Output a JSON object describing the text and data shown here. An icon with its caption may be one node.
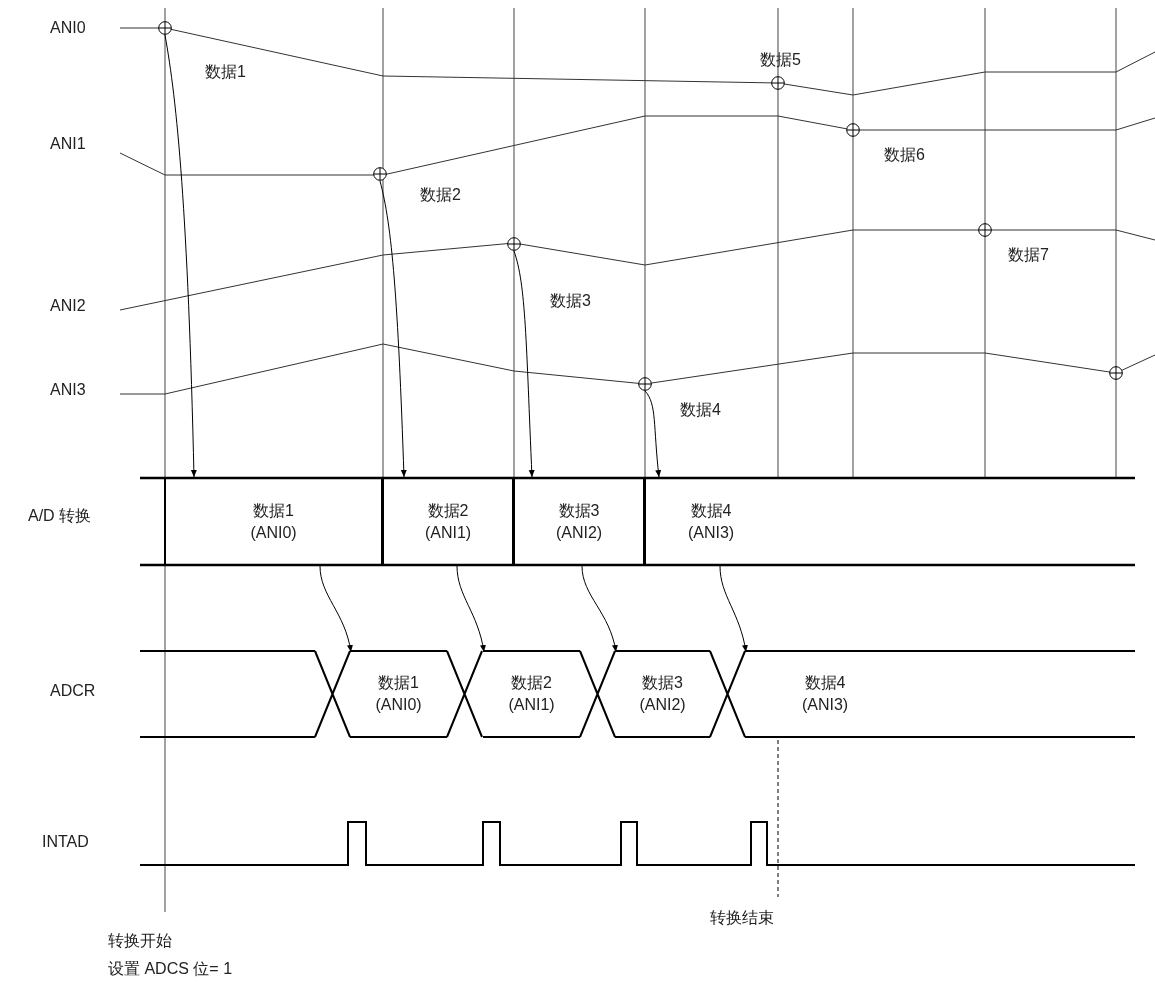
{
  "diagram": {
    "nodes": [
      {
        "text": [],
        "shape": "circle",
        "beside": [
          "数据1"
        ]
      },
      {
        "text": [],
        "shape": "circle",
        "beside": [
          "数据2"
        ]
      },
      {
        "text": [],
        "shape": "circle",
        "beside": [
          "数据3"
        ]
      },
      {
        "text": [],
        "shape": "circle",
        "beside": [
          "数据4"
        ]
      },
      {
        "text": [],
        "shape": "circle",
        "beside": [
          "数据5"
        ]
      },
      {
        "text": [],
        "shape": "circle",
        "beside": [
          "数据6"
        ]
      },
      {
        "text": [],
        "shape": "circle",
        "beside": [
          "数据7"
        ]
      },
      {
        "text": [],
        "shape": "circle"
      },
      {
        "text": [
          "数据1",
          "(ANI0)"
        ]
      },
      {
        "text": [
          "数据2",
          "(ANI1)"
        ]
      },
      {
        "text": [
          "数据3",
          "(ANI2)"
        ]
      },
      {
        "text": [
          "数据4",
          "(ANI3)"
        ]
      },
      {
        "text": [
          "数据1",
          "(ANI0)"
        ]
      },
      {
        "text": [
          "数据2",
          "(ANI1)"
        ]
      },
      {
        "text": [
          "数据3",
          "(ANI2)"
        ]
      },
      {
        "text": [
          "数据4",
          "(ANI3)"
        ]
      }
    ],
    "edges": [
      {
        "from": 0,
        "to": 8,
        "arrow": "to"
      },
      {
        "from": 1,
        "to": 9,
        "arrow": "to"
      },
      {
        "from": 2,
        "to": 10,
        "arrow": "to"
      },
      {
        "from": 3,
        "to": 11,
        "arrow": "to"
      },
      {
        "from": 8,
        "to": 12,
        "arrow": "to"
      },
      {
        "from": 9,
        "to": 13,
        "arrow": "to"
      },
      {
        "from": 10,
        "to": 14,
        "arrow": "to"
      },
      {
        "from": 11,
        "to": 15,
        "arrow": "to"
      }
    ],
    "labels": [
      "ANI0",
      "ANI1",
      "ANI2",
      "ANI3",
      "A/D 转换",
      "ADCR",
      "INTAD",
      "转换结束",
      "转换开始",
      "设置 ADCS 位= 1"
    ]
  }
}
